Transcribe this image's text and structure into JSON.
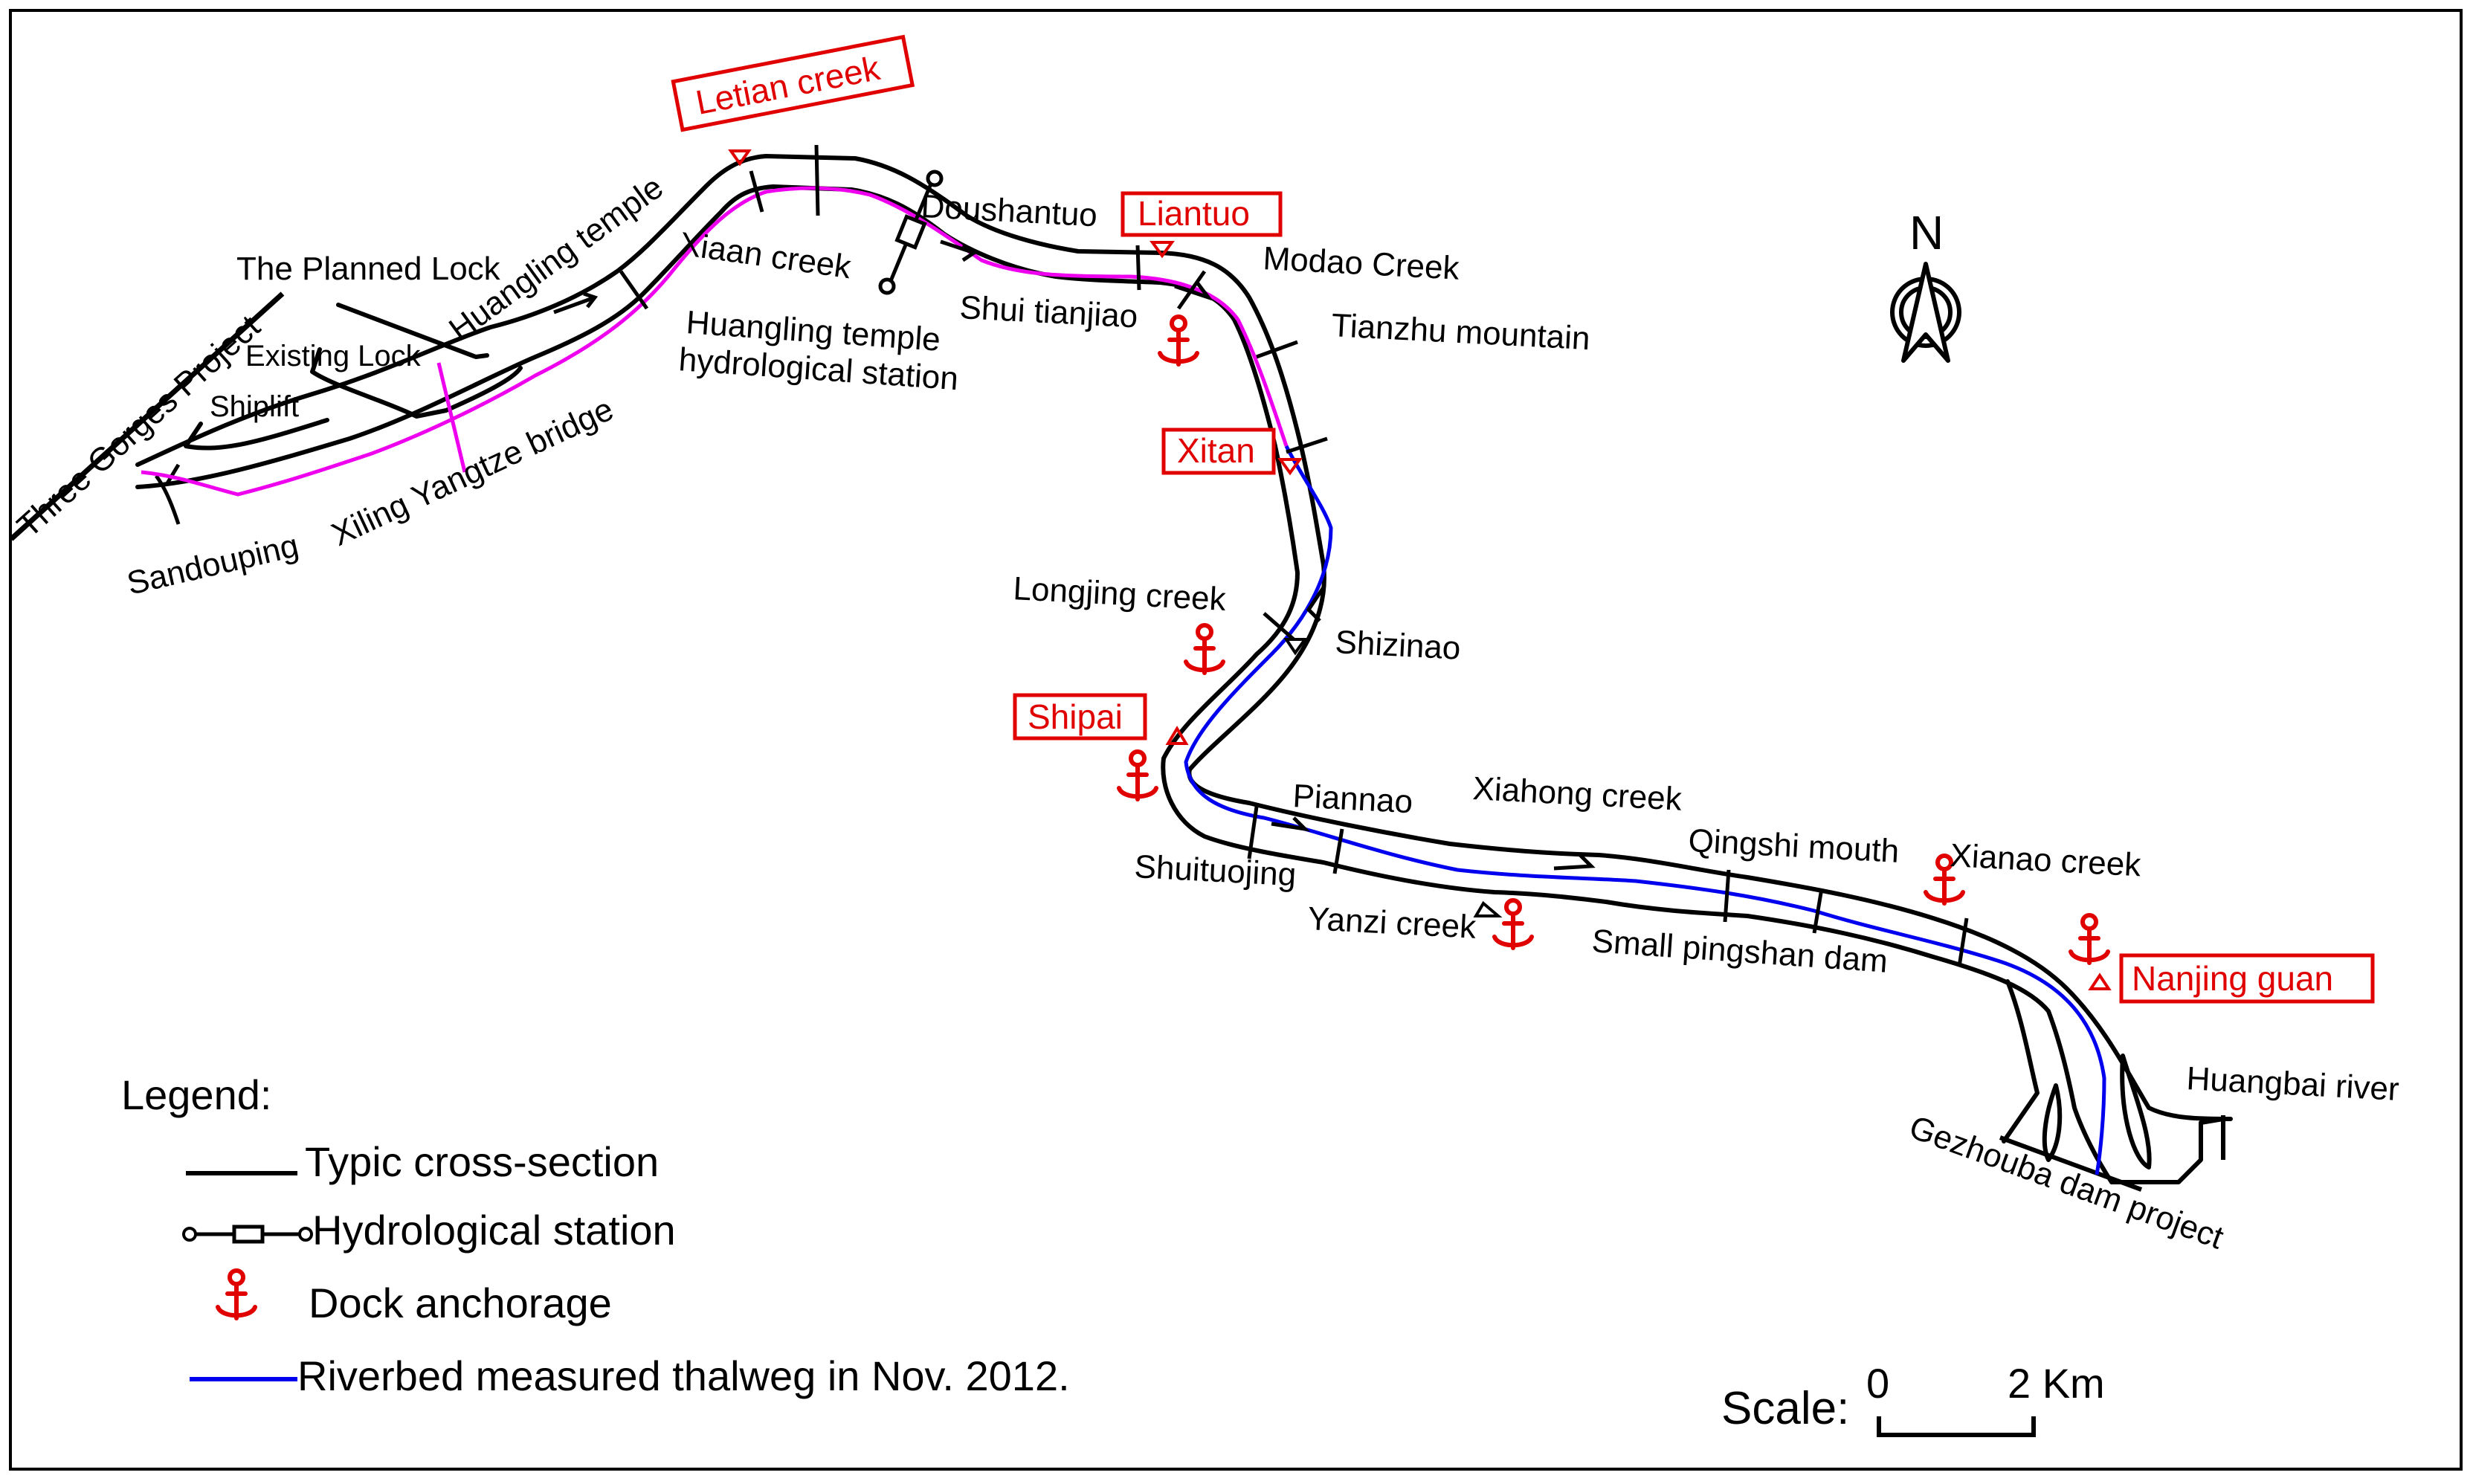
{
  "labels": {
    "three_gorges": "Three Gorges Project",
    "planned_lock": "The Planned Lock",
    "existing_lock": "Existing Lock",
    "shiplift": "Shiplift",
    "sandouping": "Sandouping",
    "xiling_bridge": "Xiling Yangtze bridge",
    "huangling_temple": "Huangling temple",
    "xiaan_creek": "Xiaan creek",
    "huangling_station_1": "Huangling temple",
    "huangling_station_2": "hydrological station",
    "doushantuo": "Doushantuo",
    "shui_tianjiao": "Shui tianjiao",
    "modao_creek": "Modao Creek",
    "tianzhu": "Tianzhu mountain",
    "longjing": "Longjing creek",
    "shizinao": "Shizinao",
    "piannao": "Piannao",
    "shuituojing": "Shuituojing",
    "xiahong": "Xiahong creek",
    "yanzi": "Yanzi creek",
    "qingshi": "Qingshi mouth",
    "xianao": "Xianao creek",
    "small_pingshan": "Small pingshan dam",
    "huangbai": "Huangbai river",
    "gezhouba": "Gezhouba dam project"
  },
  "red_labels": {
    "letian": "Letian creek",
    "liantuo": "Liantuo",
    "xitan": "Xitan",
    "shipai": "Shipai",
    "nanjing_guan": "Nanjing guan"
  },
  "north": "N",
  "legend": {
    "title": "Legend:",
    "cross_section": "Typic cross-section",
    "hydro_station": "Hydrological station",
    "dock": "Dock anchorage",
    "thalweg": "Riverbed measured thalweg in Nov. 2012."
  },
  "scale": {
    "label": "Scale:",
    "zero": "0",
    "end": "2 Km"
  },
  "colors": {
    "red": "#e00000",
    "thalweg_upper": "#ee00ee",
    "thalweg_lower": "#0000ee"
  }
}
